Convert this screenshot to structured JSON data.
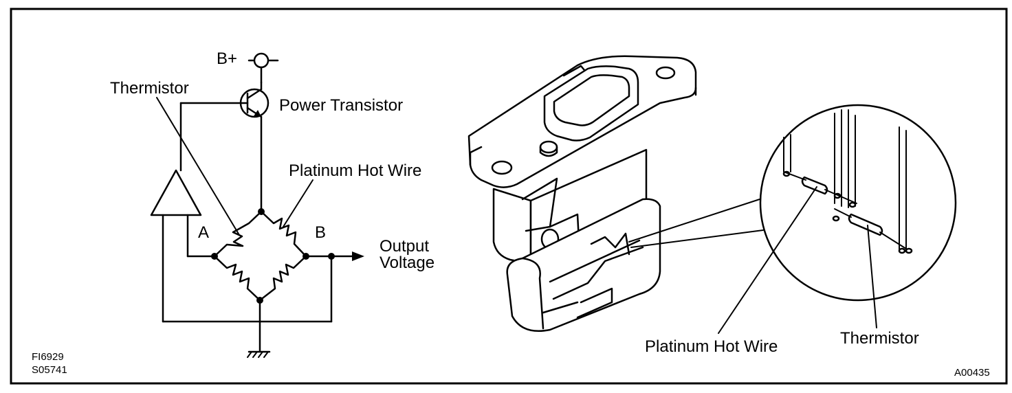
{
  "schematic": {
    "supply_label": "B+",
    "thermistor_label": "Thermistor",
    "transistor_label": "Power Transistor",
    "hotwire_label": "Platinum Hot Wire",
    "node_a_label": "A",
    "node_b_label": "B",
    "output_label_line1": "Output",
    "output_label_line2": "Voltage",
    "figure_code_1": "FI6929",
    "figure_code_2": "S05741"
  },
  "sensor": {
    "hotwire_label": "Platinum Hot Wire",
    "thermistor_label": "Thermistor",
    "figure_code": "A00435"
  }
}
